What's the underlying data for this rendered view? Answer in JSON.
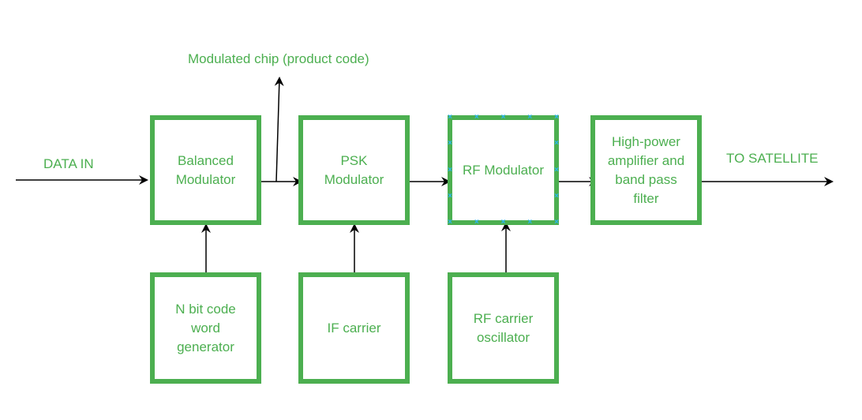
{
  "diagram": {
    "title": "DS-SS transmitter block diagram",
    "colors": {
      "block_border": "#4caf50",
      "text": "#4caf50",
      "arrow": "#000000",
      "selection_handle": "#29b6f6"
    },
    "labels": {
      "data_in": "DATA IN",
      "to_satellite": "TO SATELLITE",
      "modulated_chip": "Modulated chip (product code)"
    },
    "blocks": {
      "balanced_modulator": "Balanced\nModulator",
      "psk_modulator": "PSK\nModulator",
      "rf_modulator": "RF Modulator",
      "amplifier_filter": "High-power\namplifier and\nband pass\nfilter",
      "code_generator": "N bit code\nword\ngenerator",
      "if_carrier": "IF carrier",
      "rf_oscillator": "RF carrier\noscillator"
    },
    "selected_block": "rf_modulator"
  }
}
